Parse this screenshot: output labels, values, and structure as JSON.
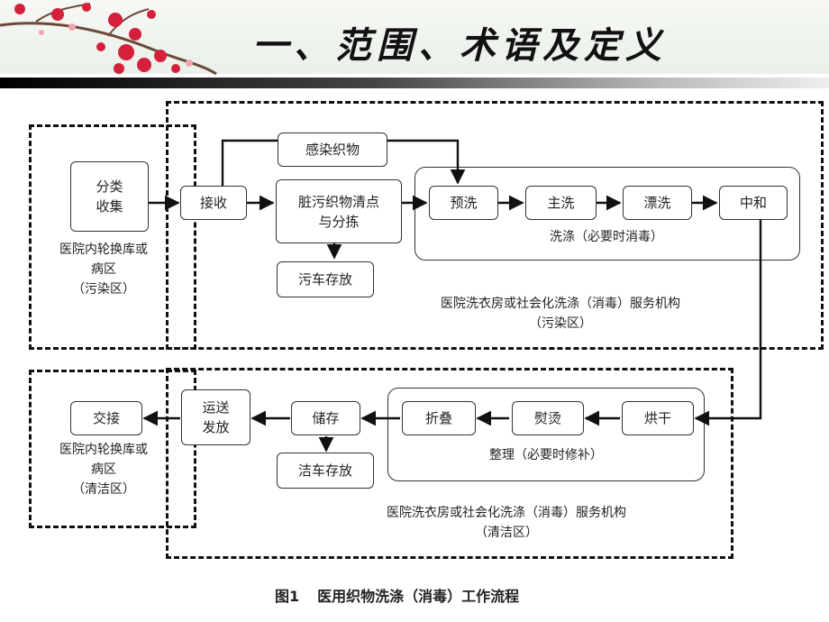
{
  "header": {
    "title": "一、范围、术语及定义"
  },
  "decor": {
    "accent": "#d4203a",
    "branch": "#6b4a3a"
  },
  "nodes": {
    "sort_collect": [
      "分类",
      "收集"
    ],
    "receive": "接收",
    "infected": "感染织物",
    "dirty_sort": [
      "脏污织物清点",
      "与分拣"
    ],
    "dirty_cart": "污车存放",
    "prewash": "预洗",
    "mainwash": "主洗",
    "rinse": "漂洗",
    "neutralize": "中和",
    "dry": "烘干",
    "iron": "熨烫",
    "fold": "折叠",
    "store": "储存",
    "clean_cart": "洁车存放",
    "deliver": [
      "运送",
      "发放"
    ],
    "handover": "交接"
  },
  "groups": {
    "wash": "洗涤（必要时消毒）",
    "finish": "整理（必要时修补）"
  },
  "zones": {
    "ward_dirty": [
      "医院内轮换库或",
      "病区",
      "（污染区）"
    ],
    "laundry_dirty": [
      "医院洗衣房或社会化洗涤（消毒）服务机构",
      "（污染区）"
    ],
    "ward_clean": [
      "医院内轮换库或",
      "病区",
      "（清洁区）"
    ],
    "laundry_clean": [
      "医院洗衣房或社会化洗涤（消毒）服务机构",
      "（清洁区）"
    ]
  },
  "caption": {
    "num": "图1",
    "text": "医用织物洗涤（消毒）工作流程"
  }
}
